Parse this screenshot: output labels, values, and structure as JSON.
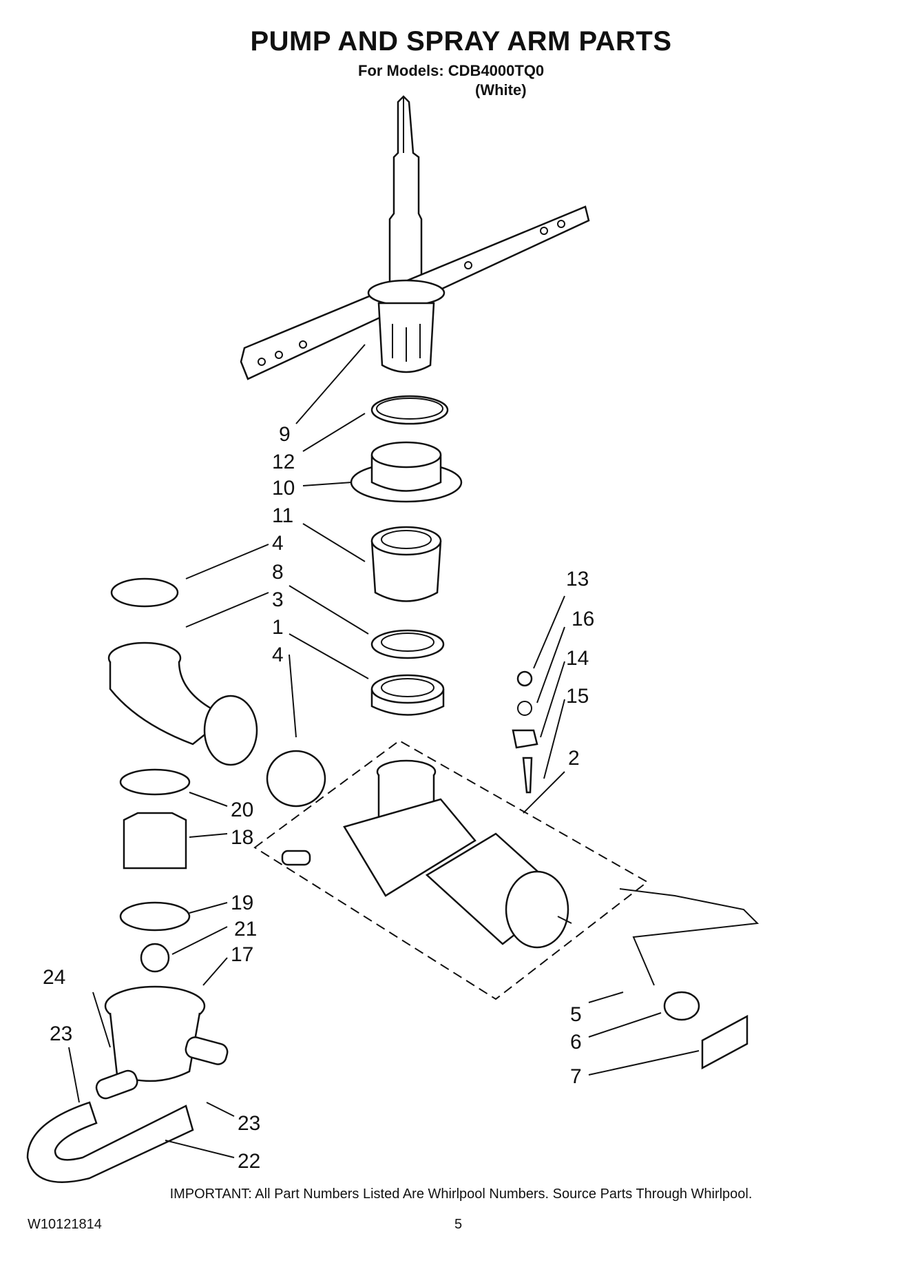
{
  "title": "PUMP AND SPRAY ARM PARTS",
  "models_line": "For Models: CDB4000TQ0",
  "color_line": "(White)",
  "callouts": [
    "9",
    "12",
    "10",
    "11",
    "4",
    "8",
    "3",
    "1",
    "4",
    "13",
    "16",
    "14",
    "15",
    "2",
    "20",
    "18",
    "19",
    "21",
    "17",
    "24",
    "23",
    "5",
    "6",
    "7",
    "23",
    "22"
  ],
  "footer": {
    "important": "IMPORTANT: All Part Numbers Listed Are Whirlpool Numbers. Source Parts Through Whirlpool.",
    "doc_number": "W10121814",
    "page_number": "5"
  }
}
